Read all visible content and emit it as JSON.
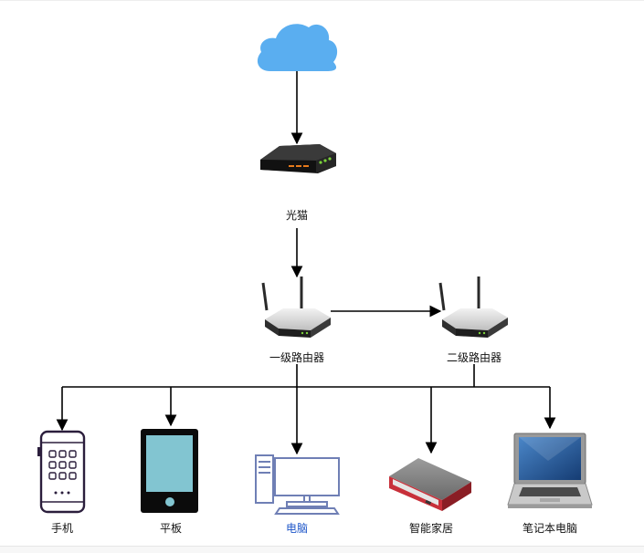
{
  "nodes": {
    "cloud": {
      "icon": "cloud-icon"
    },
    "modem": {
      "label": "光猫",
      "icon": "modem-icon"
    },
    "router1": {
      "label": "一级路由器",
      "icon": "router-icon"
    },
    "router2": {
      "label": "二级路由器",
      "icon": "router-icon"
    },
    "phone": {
      "label": "手机",
      "icon": "smartphone-icon"
    },
    "tablet": {
      "label": "平板",
      "icon": "tablet-icon"
    },
    "pc": {
      "label": "电脑",
      "icon": "desktop-computer-icon"
    },
    "smarthome": {
      "label": "智能家居",
      "icon": "smart-home-hub-icon"
    },
    "laptop": {
      "label": "笔记本电脑",
      "icon": "laptop-icon"
    }
  },
  "colors": {
    "cloud": "#5aaef0",
    "line": "#000000",
    "pc_label": "#1f57c9",
    "phone_outline": "#2b1e3c",
    "tablet_screen": "#82c5d1",
    "pc_outline": "#6f7fb5",
    "smarthome_accent": "#c8303a"
  }
}
